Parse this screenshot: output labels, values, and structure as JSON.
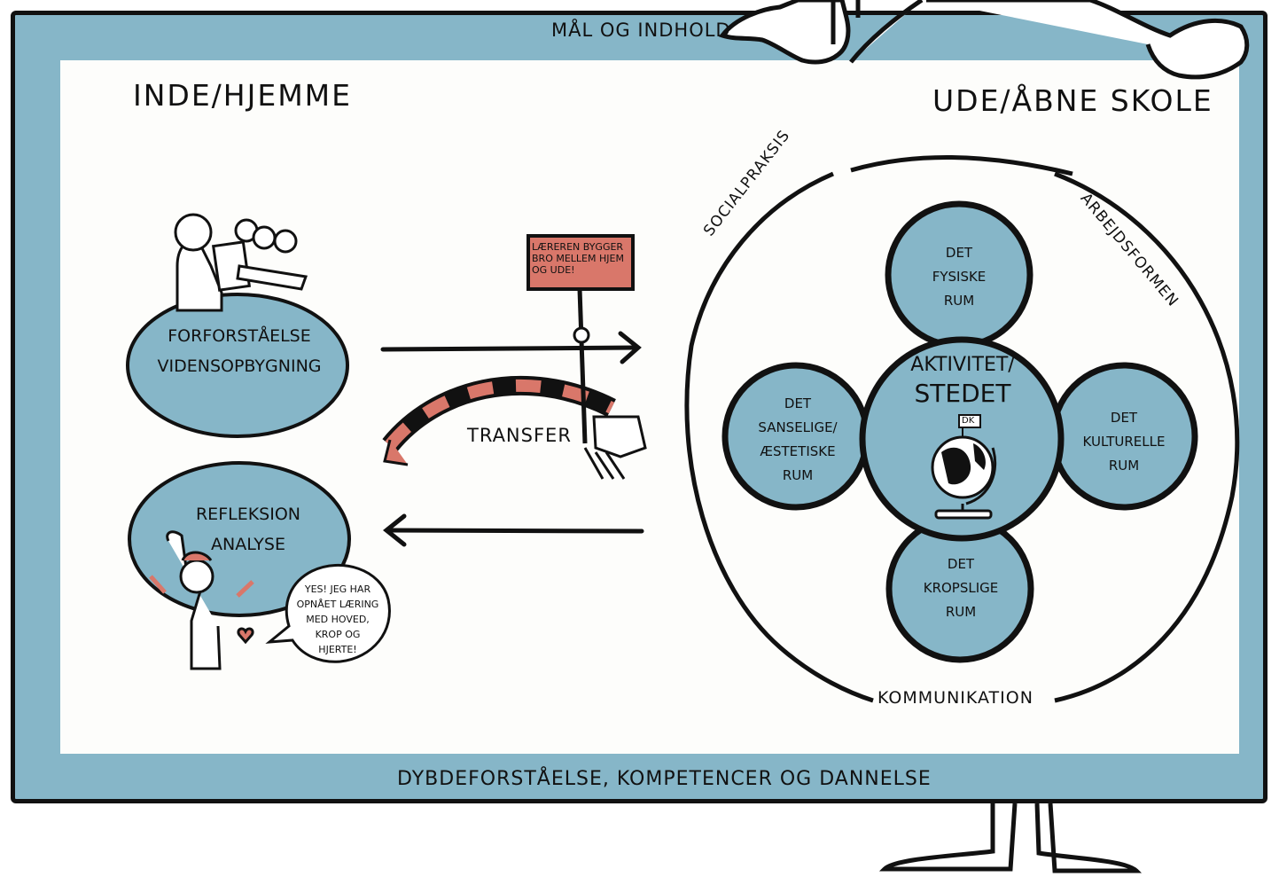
{
  "frame": {
    "top_label": "MÅL OG INDHOLD",
    "bottom_label": "DYBDEFORSTÅELSE, KOMPETENCER OG DANNELSE"
  },
  "left": {
    "heading": "INDE/HJEMME",
    "top_ellipse": [
      "FORFORSTÅELSE",
      "VIDENSOPBYGNING"
    ],
    "bottom_ellipse": [
      "REFLEKSION",
      "ANALYSE"
    ],
    "speech_bubble": [
      "YES! JEG HAR",
      "OPNÅET LÆRING",
      "MED HOVED,",
      "KROP OG",
      "HJERTE!"
    ]
  },
  "middle": {
    "sign_text": "LÆREREN BYGGER BRO MELLEM HJEM OG UDE!",
    "transfer_label": "TRANSFER"
  },
  "right": {
    "heading": "UDE/ÅBNE SKOLE",
    "ring_labels": {
      "top_left": "SOCIALPRAKSIS",
      "top_right": "ARBEJDSFORMEN",
      "bottom": "KOMMUNIKATION"
    },
    "center": [
      "AKTIVITET/",
      "STEDET"
    ],
    "globe_flag": "DK",
    "rooms": {
      "top": [
        "DET",
        "FYSISKE",
        "RUM"
      ],
      "left": [
        "DET",
        "SANSELIGE/",
        "ÆSTETISKE",
        "RUM"
      ],
      "right": [
        "DET",
        "KULTURELLE",
        "RUM"
      ],
      "bottom": [
        "DET",
        "KROPSLIGE",
        "RUM"
      ]
    }
  },
  "colors": {
    "frame_blue": "#86b6c8",
    "accent_red": "#d9776a",
    "ink": "#111111",
    "paper": "#fdfdfb"
  }
}
